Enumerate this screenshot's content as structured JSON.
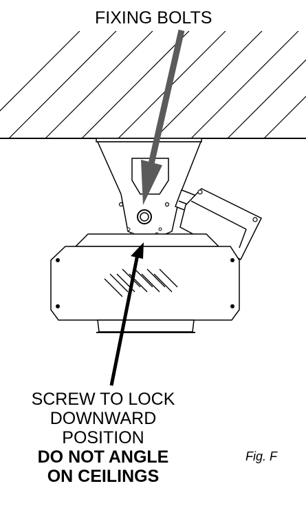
{
  "labels": {
    "top": "FIXING BOLTS",
    "bottom": [
      "SCREW TO LOCK",
      "DOWNWARD",
      "POSITION",
      "DO NOT ANGLE",
      "ON CEILINGS"
    ],
    "figure": "Fig. F"
  },
  "colors": {
    "stroke": "#000000",
    "top_arrow": "#5b5b5b",
    "bottom_arrow": "#000000",
    "background": "#ffffff"
  }
}
